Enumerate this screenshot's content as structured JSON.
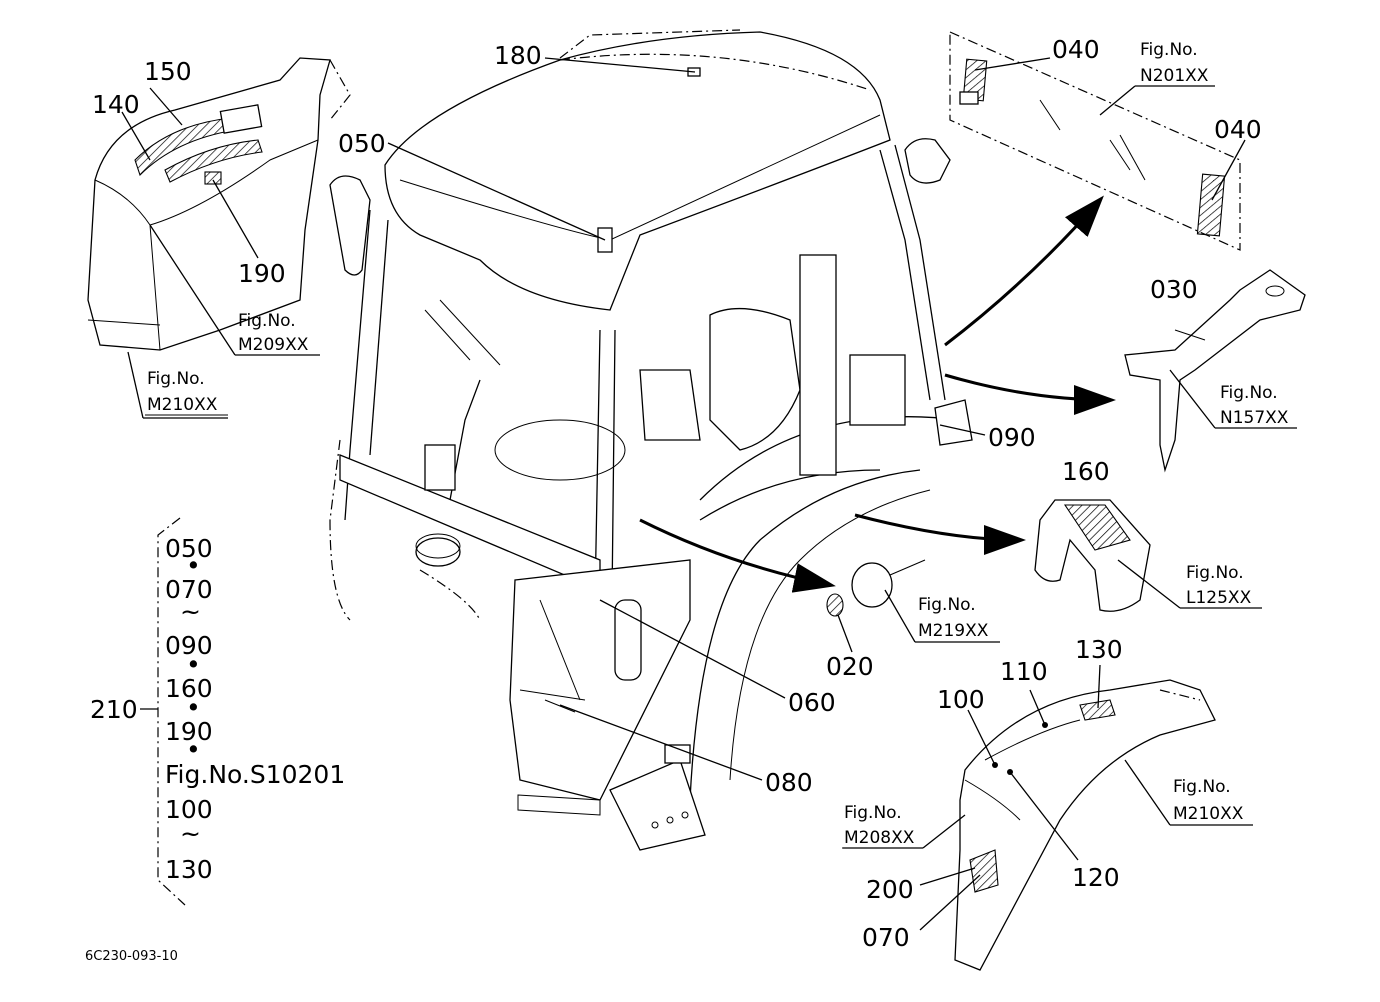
{
  "callouts": {
    "c180": "180",
    "c150": "150",
    "c140": "140",
    "c050": "050",
    "c190": "190",
    "c040a": "040",
    "c040b": "040",
    "c030": "030",
    "c090": "090",
    "c160": "160",
    "c020": "020",
    "c060": "060",
    "c080": "080",
    "c100": "100",
    "c110": "110",
    "c130": "130",
    "c120": "120",
    "c200": "200",
    "c070": "070",
    "c210": "210"
  },
  "figure_refs": {
    "m209": {
      "label": "Fig.No.",
      "code": "M209XX"
    },
    "m210_left": {
      "label": "Fig.No.",
      "code": "M210XX"
    },
    "n201": {
      "label": "Fig.No.",
      "code": "N201XX"
    },
    "n157": {
      "label": "Fig.No.",
      "code": "N157XX"
    },
    "l125": {
      "label": "Fig.No.",
      "code": "L125XX"
    },
    "m219": {
      "label": "Fig.No.",
      "code": "M219XX"
    },
    "m208": {
      "label": "Fig.No.",
      "code": "M208XX"
    },
    "m210_right": {
      "label": "Fig.No.",
      "code": "M210XX"
    }
  },
  "assembly_list": {
    "group_number": "210",
    "entries": [
      "050",
      "070",
      "090",
      "160",
      "190",
      "Fig.No.S10201",
      "100",
      "130"
    ],
    "separators": [
      "•",
      "~",
      "•",
      "•",
      "•",
      "~"
    ]
  },
  "drawing_number": "6C230-093-10"
}
